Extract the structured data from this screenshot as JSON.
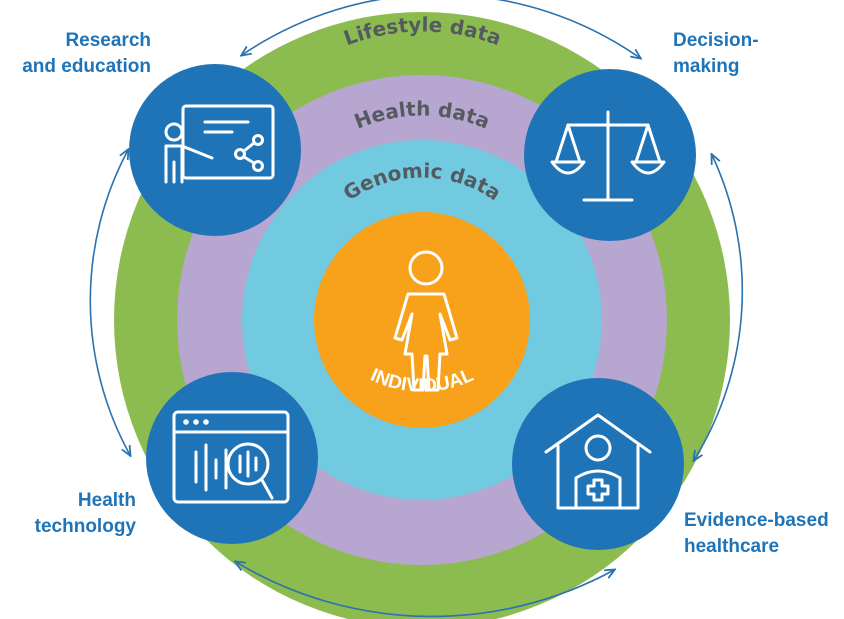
{
  "rings": {
    "lifestyle": "Lifestyle data",
    "health": "Health data",
    "genomic": "Genomic data"
  },
  "center": {
    "label": "INDIVIDUAL"
  },
  "nodes": {
    "research": {
      "line1": "Research",
      "line2": "and education"
    },
    "decision": {
      "line1": "Decision-",
      "line2": "making"
    },
    "technology": {
      "line1": "Health",
      "line2": "technology"
    },
    "evidence": {
      "line1": "Evidence-based",
      "line2": "healthcare"
    }
  },
  "colors": {
    "lifestyle_ring": "#8cbc4f",
    "health_ring": "#b7a6cf",
    "genomic_ring": "#71cae0",
    "center": "#f8a11a",
    "node": "#1f74b8",
    "label_text": "#1f74b8",
    "arrows": "#2a72b0"
  }
}
